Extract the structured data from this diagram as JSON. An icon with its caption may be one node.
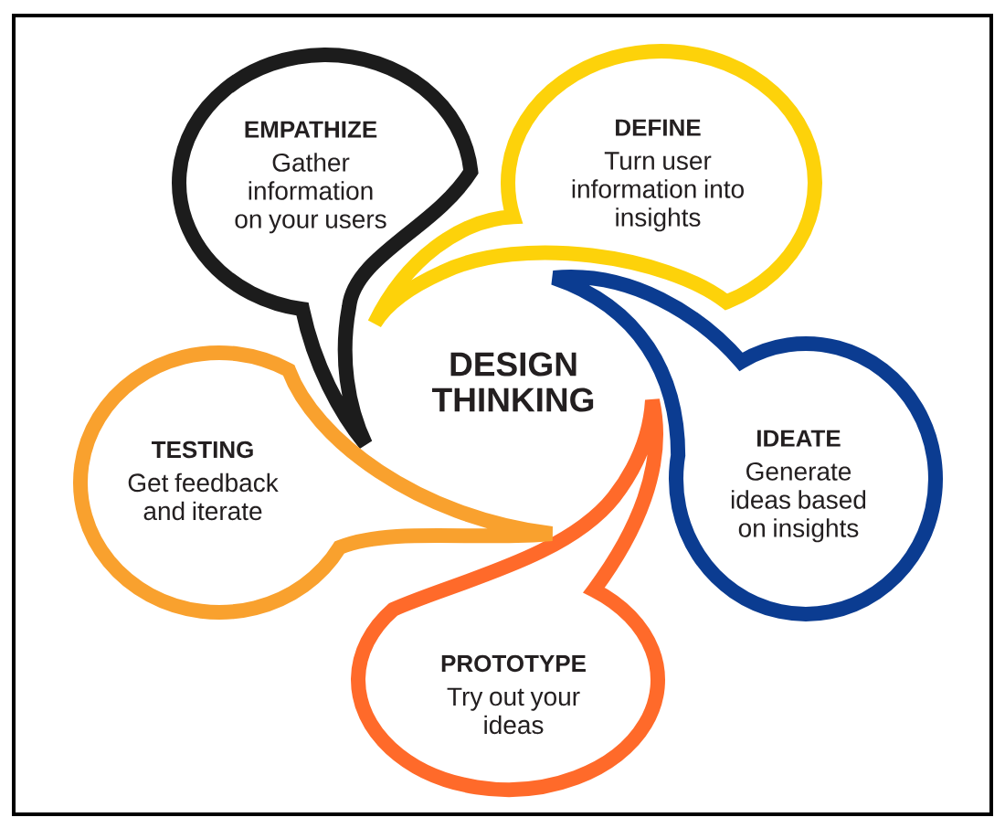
{
  "diagram": {
    "title": "DESIGN THINKING",
    "nodes": [
      {
        "text": [
          "EMPATHIZE",
          "Gather information on your users"
        ]
      },
      {
        "text": [
          "DEFINE",
          "Turn user information into insights"
        ]
      },
      {
        "text": [
          "IDEATE",
          "Generate ideas based on insights"
        ]
      },
      {
        "text": [
          "PROTOTYPE",
          "Try out your ideas"
        ]
      },
      {
        "text": [
          "TESTING",
          "Get feedback and iterate"
        ]
      }
    ]
  }
}
